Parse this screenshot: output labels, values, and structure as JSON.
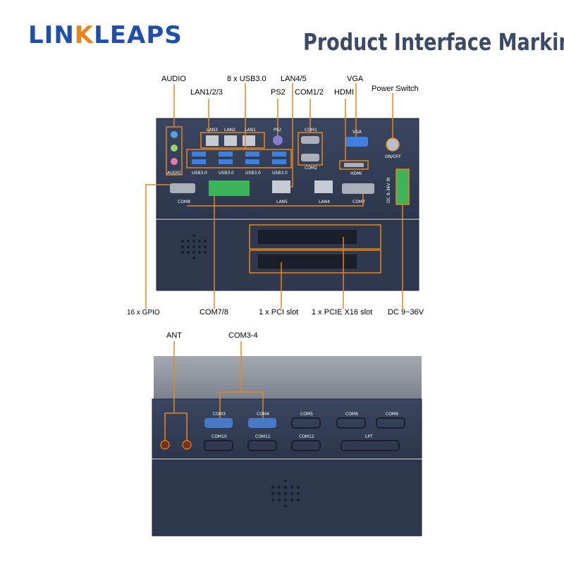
{
  "brand": {
    "logo_text_a": "LIN",
    "logo_text_b": "K",
    "logo_text_c": "LEAPS"
  },
  "header": {
    "title": "Product Interface Marking"
  },
  "front_labels": {
    "audio": "AUDIO",
    "usb30": "8 x USB3.0",
    "lan45": "LAN4/5",
    "vga": "VGA",
    "lan123": "LAN1/2/3",
    "ps2": "PS2",
    "com12": "COM1/2",
    "hdmi": "HDMI",
    "power_switch": "Power Switch",
    "gpio": "16 x GPIO",
    "com78": "COM7/8",
    "pci_slot": "1 x PCI slot",
    "pcie_slot": "1 x PCIE X16 slot",
    "dc_in": "DC 9~36V"
  },
  "front_panel_text": {
    "lan3": "LAN3",
    "lan2": "LAN2",
    "lan1": "LAN1",
    "ps2": "PS2",
    "com1": "COM1",
    "com2": "COM2",
    "vga": "VGA",
    "hdmi": "HDMI",
    "onoff": "ON/OFF",
    "usb": "USB3.0",
    "audio": "AUDIO",
    "com8": "COM8",
    "lan5": "LAN5",
    "lan4": "LAN4",
    "com7": "COM7",
    "dc": "DC 9-36V IN"
  },
  "rear_labels": {
    "ant": "ANT",
    "com34": "COM3-4"
  },
  "rear_panel_text": {
    "com3": "COM3",
    "com4": "COM4",
    "com5": "COM5",
    "com6": "COM6",
    "com9": "COM9",
    "com10": "COM10",
    "com11": "COM11",
    "com12": "COM12",
    "lpt": "LPT"
  },
  "colors": {
    "accent": "#e8851c",
    "brand": "#1f4fa8",
    "panel": "#2f3b52"
  }
}
